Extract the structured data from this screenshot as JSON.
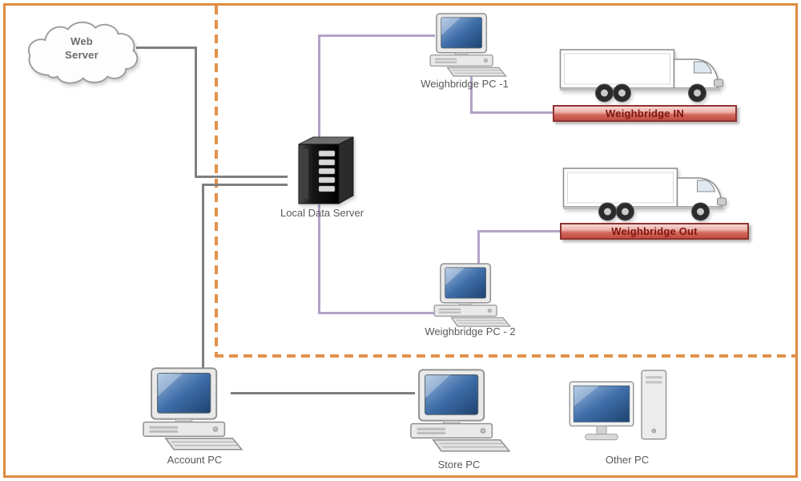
{
  "nodes": {
    "web_server": {
      "label": "Web\nServer",
      "type": "cloud"
    },
    "local_data_server": {
      "label": "Local Data Server",
      "type": "server-tower"
    },
    "weighbridge_pc_1": {
      "label": "Weighbridge PC -1",
      "type": "desktop-pc"
    },
    "weighbridge_in": {
      "label": "Weighbridge IN",
      "type": "weighbridge-banner"
    },
    "weighbridge_out": {
      "label": "Weighbridge Out",
      "type": "weighbridge-banner"
    },
    "weighbridge_pc_2": {
      "label": "Weighbridge PC - 2",
      "type": "desktop-pc"
    },
    "account_pc": {
      "label": "Account PC",
      "type": "desktop-pc"
    },
    "store_pc": {
      "label": "Store PC",
      "type": "desktop-pc"
    },
    "other_pc": {
      "label": "Other PC",
      "type": "desktop-pc-lcd"
    }
  },
  "connections": [
    {
      "from": "web_server",
      "to": "local_data_server",
      "color": "gray"
    },
    {
      "from": "web_server",
      "to": "account_pc",
      "color": "gray"
    },
    {
      "from": "account_pc",
      "to": "store_pc",
      "color": "gray"
    },
    {
      "from": "local_data_server",
      "to": "weighbridge_pc_1",
      "color": "purple"
    },
    {
      "from": "weighbridge_pc_1",
      "to": "weighbridge_in",
      "color": "purple"
    },
    {
      "from": "local_data_server",
      "to": "weighbridge_pc_2",
      "color": "purple"
    },
    {
      "from": "weighbridge_pc_2",
      "to": "weighbridge_out",
      "color": "purple"
    }
  ],
  "colors": {
    "frame_orange": "#df8b3f",
    "dashed_orange": "#e2914a",
    "gray_line": "#7f7f7f",
    "purple_line": "#b3a2c7",
    "banner_text": "#7e150d",
    "banner_border": "#8f3330",
    "label_text": "#595959"
  }
}
